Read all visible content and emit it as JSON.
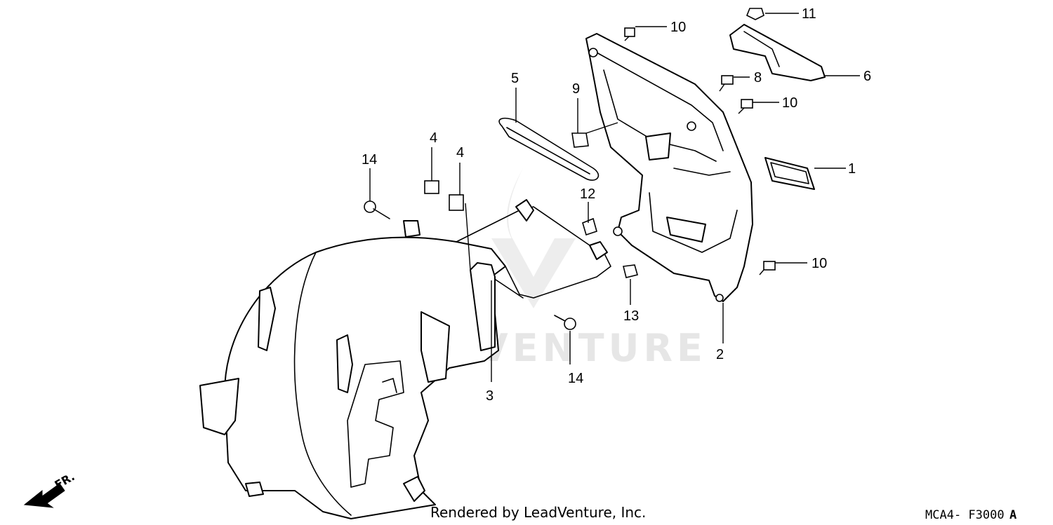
{
  "diagram": {
    "callouts": {
      "c1": "1",
      "c2": "2",
      "c3": "3",
      "c4a": "4",
      "c4b": "4",
      "c5": "5",
      "c6": "6",
      "c8": "8",
      "c9": "9",
      "c10a": "10",
      "c10b": "10",
      "c10c": "10",
      "c11": "11",
      "c12": "12",
      "c13": "13",
      "c14a": "14",
      "c14b": "14"
    },
    "watermark": "LEADVENTURE",
    "direction_label": "FR.",
    "footer": {
      "credit": "Rendered by LeadVenture, Inc.",
      "code": "MCA4- F3000",
      "code_suffix": "A"
    }
  }
}
